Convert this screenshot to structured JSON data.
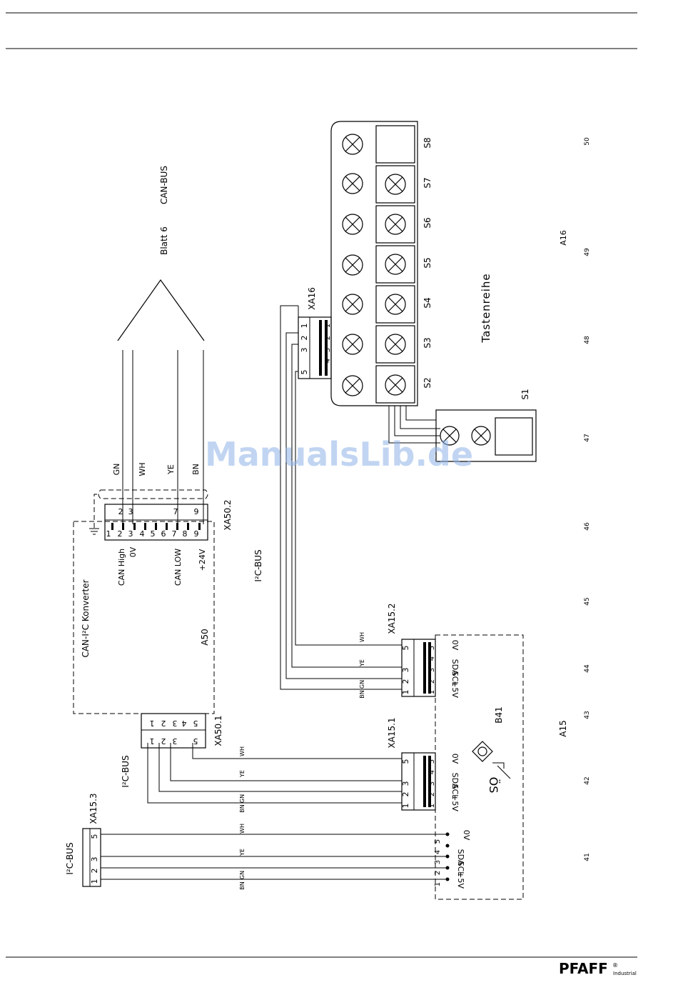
{
  "labels": {
    "can_bus": "CAN-BUS",
    "blatt": "Blatt 6",
    "tastenreihe": "Tastenreihe",
    "xa16": "XA16",
    "s1": "S1",
    "s2": "S2",
    "s3": "S3",
    "s4": "S4",
    "s5": "S5",
    "s6": "S6",
    "s7": "S7",
    "s8": "S8",
    "a16": "A16",
    "a15": "A15",
    "a50": "A50",
    "b41": "B41",
    "oes": "ÖS",
    "konverter": "CAN-I²C Konverter",
    "can_high": "CAN High",
    "zero_v": "0V",
    "can_low": "CAN LOW",
    "plus24": "+24V",
    "xa50_2": "XA50.2",
    "xa50_1": "XA50.1",
    "xa15_1": "XA15.1",
    "xa15_2": "XA15.2",
    "xa15_3": "XA15.3",
    "i2c_bus": "I²C-BUS",
    "wire_gn": "GN",
    "wire_wh": "WH",
    "wire_ye": "YE",
    "wire_bn": "BN",
    "sig_0v": "0V",
    "sig_sda": "SDA",
    "sig_scl": "SCL",
    "sig_5v": "+5V"
  },
  "pins": {
    "p1": "1",
    "p2": "2",
    "p3": "3",
    "p4": "4",
    "p5": "5",
    "p6": "6",
    "p7": "7",
    "p8": "8",
    "p9": "9"
  },
  "grid_numbers": [
    "41",
    "42",
    "43",
    "44",
    "45",
    "46",
    "47",
    "48",
    "49",
    "50"
  ],
  "watermark": "ManualsLib.de",
  "footer": {
    "brand": "PFAFF",
    "reg": "®",
    "sub": "Industrial"
  }
}
